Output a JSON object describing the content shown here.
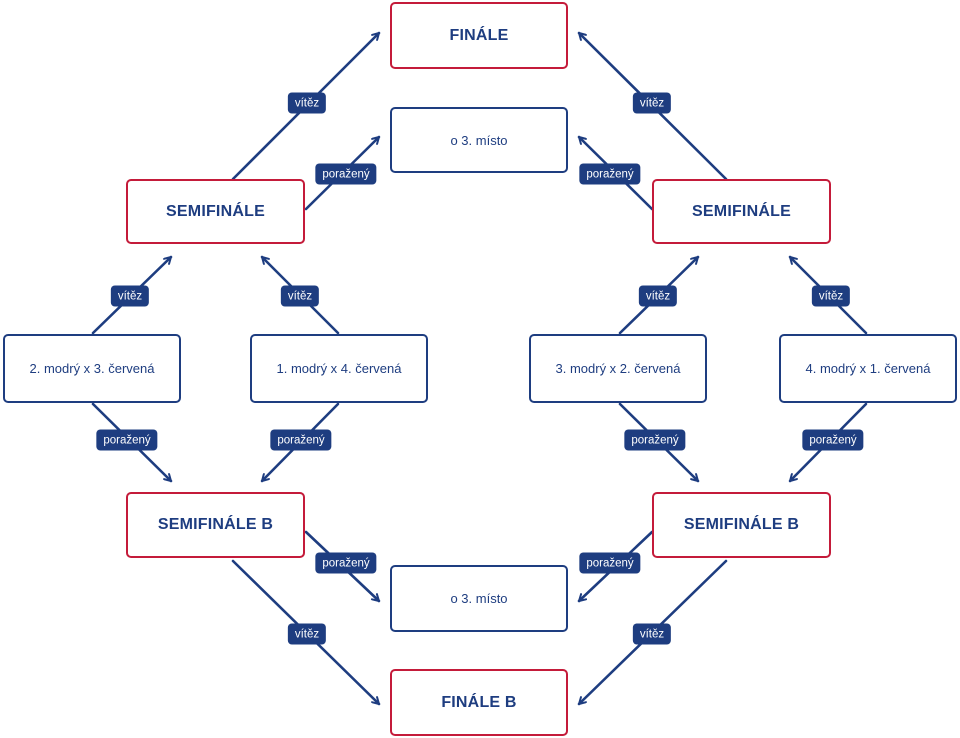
{
  "colors": {
    "line": "#1e3d80",
    "highlight_border": "#c41b3a",
    "label_bg": "#1e3d80"
  },
  "boxes": {
    "finale": "FINÁLE",
    "third_top": "o 3. místo",
    "semi_left": "SEMIFINÁLE",
    "semi_right": "SEMIFINÁLE",
    "qf1": "2. modrý x 3. červená",
    "qf2": "1. modrý x 4. červená",
    "qf3": "3. modrý x 2. červená",
    "qf4": "4. modrý x 1. červená",
    "semib_left": "SEMIFINÁLE B",
    "semib_right": "SEMIFINÁLE B",
    "third_bottom": "o 3. místo",
    "finale_b": "FINÁLE B"
  },
  "edge_labels": {
    "winner": "vítěz",
    "loser": "poražený"
  }
}
